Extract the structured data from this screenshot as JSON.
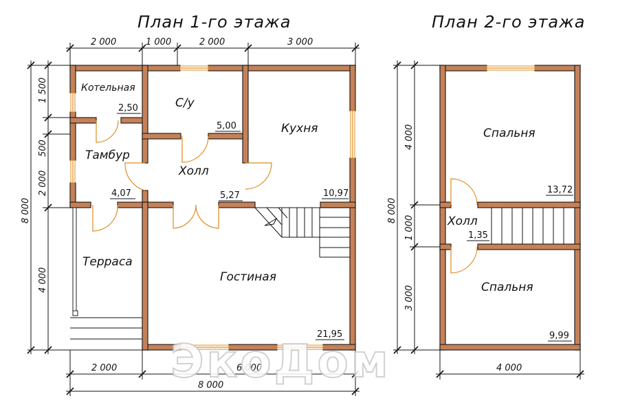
{
  "titles": {
    "floor1": "План 1-го этажа",
    "floor2": "План 2-го этажа"
  },
  "floor1": {
    "rooms": {
      "boiler": "Котельная",
      "bath": "С/у",
      "kitchen": "Кухня",
      "vestibule": "Тамбур",
      "hall": "Холл",
      "terrace": "Терраса",
      "living": "Гостиная"
    },
    "areas": {
      "boiler": "2,50",
      "bath": "5,00",
      "vestibule": "4,07",
      "hall": "5,27",
      "kitchen": "10,97",
      "living": "21,95"
    },
    "dims_top": [
      "2 000",
      "1 000",
      "2 000",
      "3 000"
    ],
    "dims_left": [
      "1 500",
      "500",
      "2 000",
      "4 000"
    ],
    "dim_left_total": "8 000",
    "dims_bottom": [
      "2 000",
      "6 000"
    ],
    "dim_bottom_total": "8 000"
  },
  "floor2": {
    "rooms": {
      "bedroom_top": "Спальня",
      "hall": "Холл",
      "bedroom_bottom": "Спальня"
    },
    "areas": {
      "bedroom_top": "13,72",
      "hall": "1,35",
      "bedroom_bottom": "9,99"
    },
    "dims_left": [
      "4 000",
      "1 000",
      "3 000"
    ],
    "dim_left_total": "8 000",
    "dim_bottom": "4 000"
  },
  "watermark": "ЭкоДом",
  "colors": {
    "wall": "#c68157",
    "door": "#e08a1e",
    "line": "#111111"
  }
}
